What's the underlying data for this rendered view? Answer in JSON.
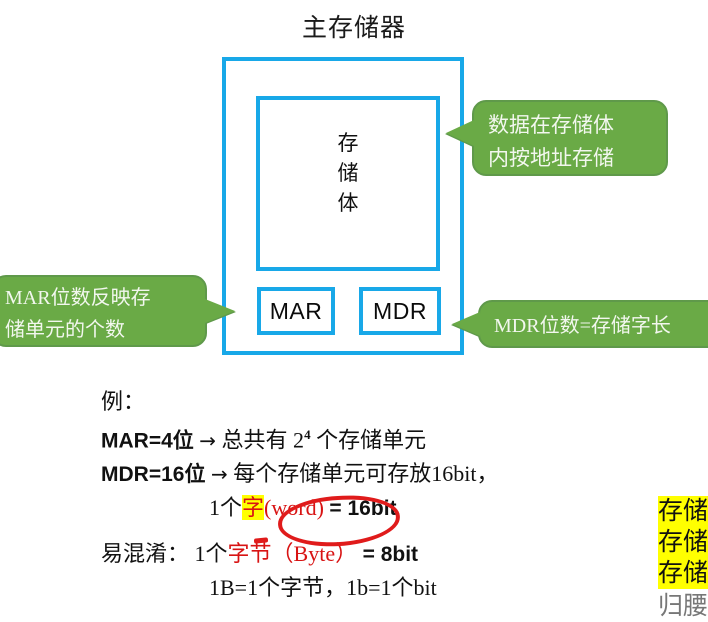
{
  "slide": {
    "title": "主存储器"
  },
  "diagram": {
    "storage_body_chars": [
      "存",
      "储",
      "体"
    ],
    "mar_label": "MAR",
    "mdr_label": "MDR",
    "border_color": "#18A8E8"
  },
  "callouts": {
    "data_address": {
      "line1": "数据在存储体",
      "line2": "内按地址存储"
    },
    "mar_note": {
      "line1": "MAR位数反映存",
      "line2": "储单元的个数"
    },
    "mdr_note": {
      "line1": "MDR位数=存储字长"
    },
    "fill_color": "#6AAA46",
    "text_color": "#F2F7EE"
  },
  "example": {
    "heading": "例：",
    "line_mar_prefix": "MAR=4位",
    "line_mar_arrow": "→",
    "line_mar_rest_a": "总共有 2",
    "line_mar_exp": "4",
    "line_mar_rest_b": "个存储单元",
    "line_mdr_prefix": "MDR=16位",
    "line_mdr_arrow": "→",
    "line_mdr_rest": "每个存储单元可存放16bit，",
    "line_word_prefix": "1个",
    "line_word_highlight": "字",
    "line_word_rest": "(word)",
    "line_word_tail": "= 16bit",
    "confuse_label": "易混淆：",
    "confuse_prefix": "1个",
    "confuse_red": "字节（Byte）",
    "confuse_tail": "= 8bit",
    "confuse_line2": "1B=1个字节，1b=1个bit"
  },
  "annotations": {
    "red_circle_color": "#E01B1B",
    "highlight_color": "#FFFF00"
  },
  "right_clipped": {
    "line1": "存储",
    "line2": "存储",
    "line3": "存储",
    "line4": "归腰"
  }
}
